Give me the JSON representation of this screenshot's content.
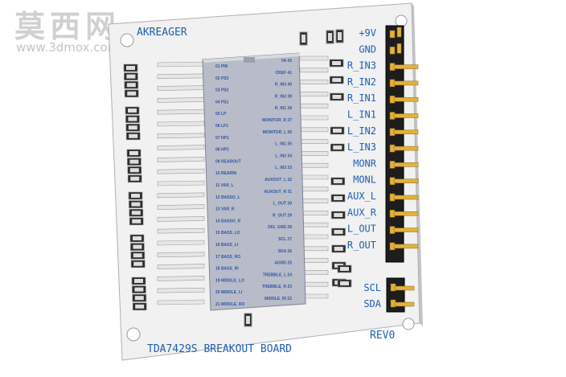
{
  "watermark": {
    "chinese": "莫西网",
    "url": "www.3dmox.com"
  },
  "board": {
    "brand": "AKREAGER",
    "title": "TDA7429S BREAKOUT BOARD",
    "revision": "REV0",
    "right_labels": [
      "+9V",
      "GND",
      "R_IN3",
      "R_IN2",
      "R_IN1",
      "L_IN1",
      "L_IN2",
      "L_IN3",
      "MONR",
      "MONL",
      "AUX_L",
      "AUX_R",
      "L_OUT",
      "R_OUT"
    ],
    "i2c_labels": [
      "SCL",
      "SDA"
    ],
    "ic_left_pins": [
      "01 PIN",
      "02 PS3",
      "03 PS2",
      "04 PS1",
      "05 LP",
      "06 LP1",
      "07 HP1",
      "08 HP2",
      "09 REAROUT",
      "10 REARIN",
      "11 VAR_L",
      "12 BASSO_L",
      "13 VAR_R",
      "14 BASSO_R",
      "15 BASS_LO",
      "16 BASS_LI",
      "17 BASS_RO",
      "18 BASS_RI",
      "19 MIDDLE_LO",
      "20 MIDDLE_LI",
      "21 MIDDLE_RO"
    ],
    "ic_right_pins": [
      "VA 42",
      "CREF 41",
      "R_IN3 40",
      "R_IN2 39",
      "R_IN1 38",
      "MONITOR_R 37",
      "MONITOR_L 36",
      "L_IN1 35",
      "L_IN2 34",
      "L_IN3 33",
      "AUXOUT_L 32",
      "AUXOUT_R 31",
      "L_OUT 30",
      "R_OUT 29",
      "DIG_GND 28",
      "SCL 27",
      "SDA 26",
      "AGND 25",
      "TREBBLE_L 24",
      "TREBBLE_R 23",
      "MIDDLE_RI 22"
    ]
  }
}
